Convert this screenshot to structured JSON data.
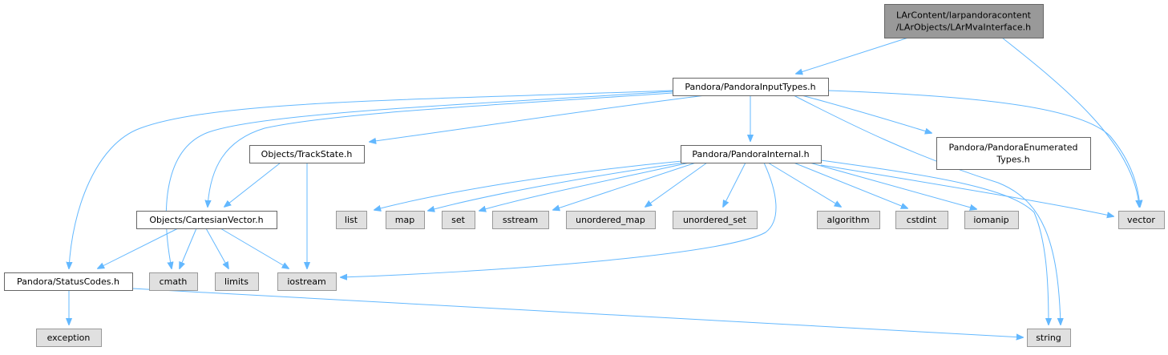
{
  "colors": {
    "root_fill": "#999999",
    "root_stroke": "#666666",
    "header_fill": "#ffffff",
    "header_stroke": "#666666",
    "system_fill": "#e0e0e0",
    "system_stroke": "#999999",
    "edge": "#63b8ff"
  },
  "nodes": [
    {
      "id": "root",
      "kind": "root",
      "lines": [
        "LArContent/larpandoracontent",
        "/LArObjects/LArMvaInterface.h"
      ]
    },
    {
      "id": "input_types",
      "kind": "header",
      "lines": [
        "Pandora/PandoraInputTypes.h"
      ]
    },
    {
      "id": "track_state",
      "kind": "header",
      "lines": [
        "Objects/TrackState.h"
      ]
    },
    {
      "id": "internal",
      "kind": "header",
      "lines": [
        "Pandora/PandoraInternal.h"
      ]
    },
    {
      "id": "enumerated",
      "kind": "header",
      "lines": [
        "Pandora/PandoraEnumerated",
        "Types.h"
      ]
    },
    {
      "id": "cartesian",
      "kind": "header",
      "lines": [
        "Objects/CartesianVector.h"
      ]
    },
    {
      "id": "status_codes",
      "kind": "header",
      "lines": [
        "Pandora/StatusCodes.h"
      ]
    },
    {
      "id": "list",
      "kind": "system",
      "lines": [
        "list"
      ]
    },
    {
      "id": "map",
      "kind": "system",
      "lines": [
        "map"
      ]
    },
    {
      "id": "set",
      "kind": "system",
      "lines": [
        "set"
      ]
    },
    {
      "id": "sstream",
      "kind": "system",
      "lines": [
        "sstream"
      ]
    },
    {
      "id": "unordered_map",
      "kind": "system",
      "lines": [
        "unordered_map"
      ]
    },
    {
      "id": "unordered_set",
      "kind": "system",
      "lines": [
        "unordered_set"
      ]
    },
    {
      "id": "algorithm",
      "kind": "system",
      "lines": [
        "algorithm"
      ]
    },
    {
      "id": "cstdint",
      "kind": "system",
      "lines": [
        "cstdint"
      ]
    },
    {
      "id": "iomanip",
      "kind": "system",
      "lines": [
        "iomanip"
      ]
    },
    {
      "id": "vector",
      "kind": "system",
      "lines": [
        "vector"
      ]
    },
    {
      "id": "cmath",
      "kind": "system",
      "lines": [
        "cmath"
      ]
    },
    {
      "id": "limits",
      "kind": "system",
      "lines": [
        "limits"
      ]
    },
    {
      "id": "iostream",
      "kind": "system",
      "lines": [
        "iostream"
      ]
    },
    {
      "id": "exception",
      "kind": "system",
      "lines": [
        "exception"
      ]
    },
    {
      "id": "string",
      "kind": "system",
      "lines": [
        "string"
      ]
    }
  ],
  "edges": [
    [
      "root",
      "input_types"
    ],
    [
      "root",
      "vector"
    ],
    [
      "input_types",
      "status_codes"
    ],
    [
      "input_types",
      "cmath"
    ],
    [
      "input_types",
      "cartesian"
    ],
    [
      "input_types",
      "track_state"
    ],
    [
      "input_types",
      "internal"
    ],
    [
      "input_types",
      "string"
    ],
    [
      "input_types",
      "enumerated"
    ],
    [
      "input_types",
      "vector"
    ],
    [
      "track_state",
      "cartesian"
    ],
    [
      "track_state",
      "iostream"
    ],
    [
      "cartesian",
      "status_codes"
    ],
    [
      "cartesian",
      "cmath"
    ],
    [
      "cartesian",
      "limits"
    ],
    [
      "cartesian",
      "iostream"
    ],
    [
      "internal",
      "list"
    ],
    [
      "internal",
      "map"
    ],
    [
      "internal",
      "set"
    ],
    [
      "internal",
      "sstream"
    ],
    [
      "internal",
      "unordered_map"
    ],
    [
      "internal",
      "unordered_set"
    ],
    [
      "internal",
      "iostream"
    ],
    [
      "internal",
      "algorithm"
    ],
    [
      "internal",
      "cstdint"
    ],
    [
      "internal",
      "iomanip"
    ],
    [
      "internal",
      "vector"
    ],
    [
      "internal",
      "string"
    ],
    [
      "status_codes",
      "exception"
    ],
    [
      "status_codes",
      "string"
    ]
  ]
}
